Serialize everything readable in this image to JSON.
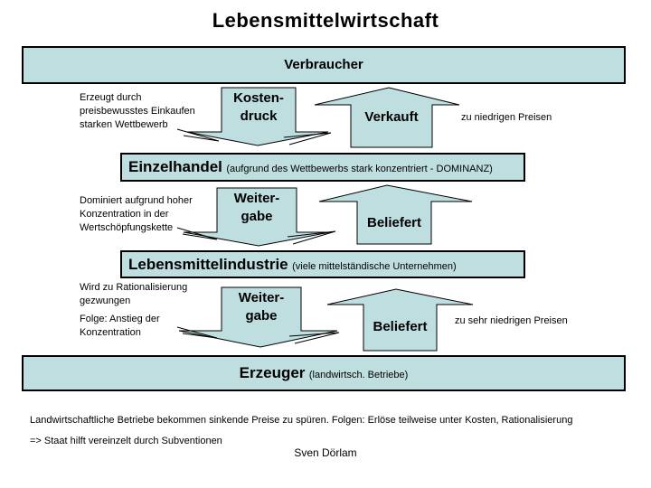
{
  "slide": {
    "title": "Lebensmittelwirtschaft",
    "author": "Sven Dörlam"
  },
  "colors": {
    "box_fill": "#bfdee0",
    "box_border": "#000000",
    "page_bg": "#ffffff",
    "text": "#000000"
  },
  "chain": {
    "verbraucher": {
      "label": "Verbraucher"
    },
    "einzelhandel": {
      "label": "Einzelhandel",
      "note": "(aufgrund des Wettbewerbs stark konzentriert - DOMINANZ)"
    },
    "lebensmittelindustrie": {
      "label": "Lebensmittelindustrie",
      "note": "(viele mittelständische Unternehmen)"
    },
    "erzeuger": {
      "label": "Erzeuger",
      "note": "(landwirtsch. Betriebe)"
    }
  },
  "rows": [
    {
      "side_text": "Erzeugt durch\npreisbewusstes Einkaufen\nstarken Wettbewerb",
      "down_arrow_label": "Kosten-\ndruck",
      "up_arrow_label": "Verkauft",
      "right_text": "zu niedrigen Preisen"
    },
    {
      "side_text": "Dominiert aufgrund hoher\nKonzentration in der\nWertschöpfungskette",
      "down_arrow_label": "Weiter-\ngabe",
      "up_arrow_label": "Beliefert"
    },
    {
      "side_text": "Wird zu Rationalisierung\ngezwungen",
      "side_text_2": "Folge: Anstieg der\nKonzentration",
      "down_arrow_label": "Weiter-\ngabe",
      "up_arrow_label": "Beliefert",
      "right_text": "zu sehr niedrigen Preisen"
    }
  ],
  "footer": {
    "line1": "Landwirtschaftliche Betriebe bekommen sinkende Preise zu spüren. Folgen: Erlöse teilweise unter Kosten, Rationalisierung",
    "line2": "=> Staat hilft vereinzelt durch Subventionen"
  }
}
